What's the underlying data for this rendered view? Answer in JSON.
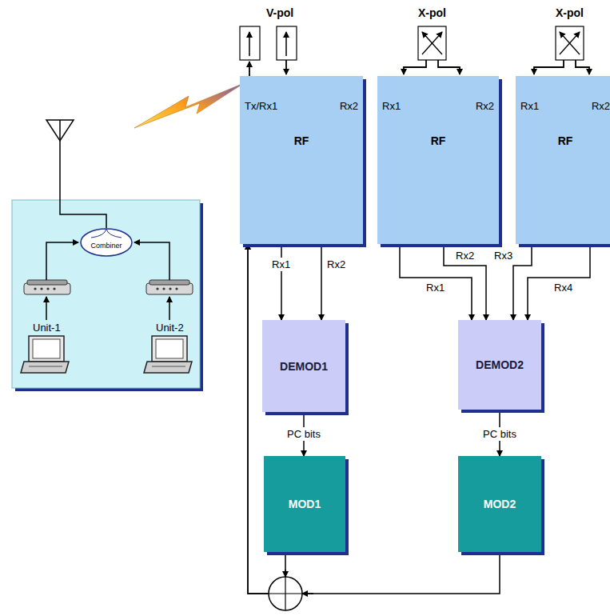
{
  "diagram": {
    "nodes": [
      {
        "text": [
          "Tx/Rx1",
          "Rx2",
          "RF"
        ]
      },
      {
        "text": [
          "Rx1",
          "Rx2",
          "RF"
        ]
      },
      {
        "text": [
          "Rx1",
          "Rx2",
          "RF"
        ]
      },
      {
        "text": [
          "Combiner"
        ]
      },
      {
        "text": [
          "DEMOD1"
        ]
      },
      {
        "text": [
          "DEMOD2"
        ]
      },
      {
        "text": [
          "MOD1"
        ]
      },
      {
        "text": [
          "MOD2"
        ]
      }
    ],
    "edges": [
      {
        "from": 0,
        "to": 4,
        "label": "Rx1",
        "arrow": "to"
      },
      {
        "from": 0,
        "to": 4,
        "label": "Rx2",
        "arrow": "to"
      },
      {
        "from": 1,
        "to": 5,
        "label": "Rx1",
        "arrow": "to"
      },
      {
        "from": 1,
        "to": 5,
        "label": "Rx2",
        "arrow": "to"
      },
      {
        "from": 2,
        "to": 5,
        "label": "Rx3",
        "arrow": "to"
      },
      {
        "from": 2,
        "to": 5,
        "label": "Rx4",
        "arrow": "to"
      },
      {
        "from": 4,
        "to": 6,
        "label": "PC bits",
        "arrow": "to"
      },
      {
        "from": 5,
        "to": 7,
        "label": "PC bits",
        "arrow": "to"
      },
      {
        "from": 6,
        "to": 0,
        "arrow": "to"
      },
      {
        "from": 7,
        "to": 0,
        "arrow": "to"
      }
    ],
    "labels": [
      "V-pol",
      "X-pol",
      "X-pol",
      "Unit-1",
      "Unit-2"
    ]
  }
}
